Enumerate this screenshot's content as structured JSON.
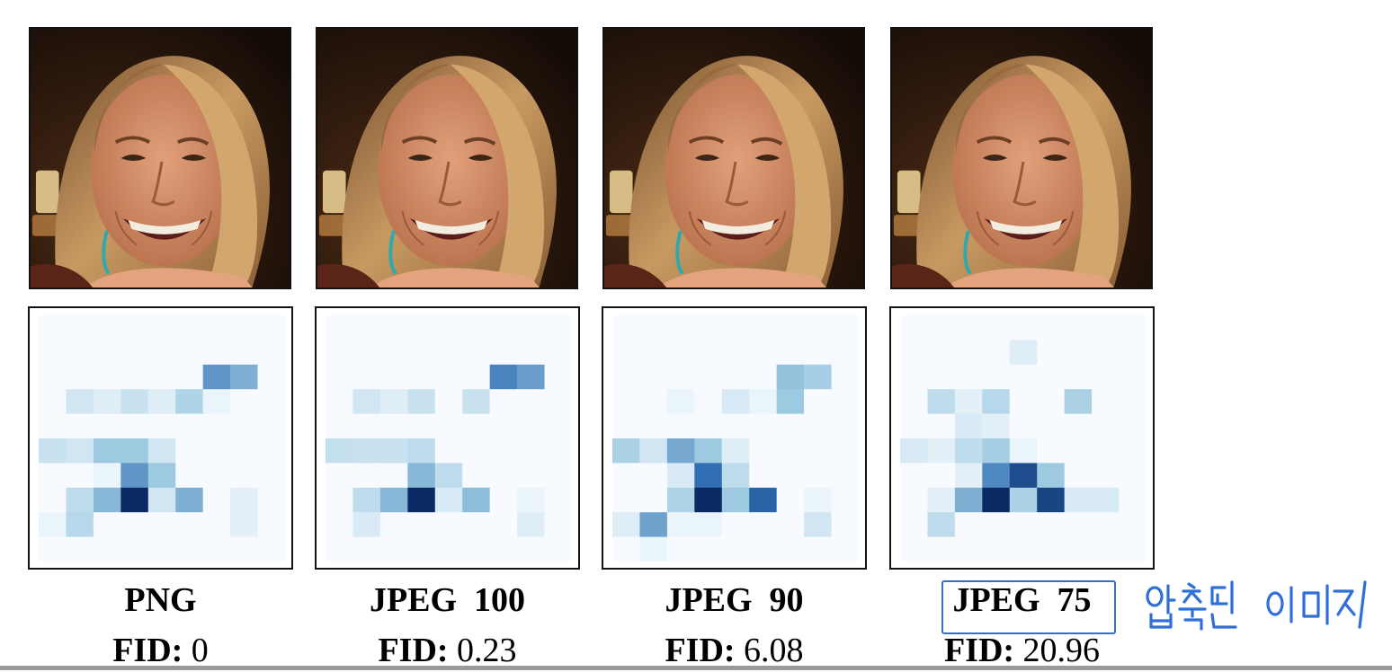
{
  "panels": [
    {
      "label": "PNG",
      "fid_key": "FID:",
      "fid_value": "0",
      "heatmap": [
        [
          0,
          0,
          0,
          0,
          0,
          0,
          0,
          0,
          0
        ],
        [
          0,
          0,
          0,
          0,
          0,
          0,
          0,
          0,
          0
        ],
        [
          0,
          0,
          0,
          0,
          0,
          0,
          0.55,
          0.45,
          0
        ],
        [
          0,
          0.15,
          0.1,
          0.18,
          0.1,
          0.28,
          0.05,
          0,
          0
        ],
        [
          0,
          0,
          0,
          0,
          0,
          0,
          0,
          0,
          0
        ],
        [
          0.18,
          0.15,
          0.35,
          0.35,
          0.15,
          0,
          0,
          0,
          0
        ],
        [
          0,
          0,
          0.05,
          0.55,
          0.35,
          0,
          0,
          0,
          0
        ],
        [
          0,
          0.22,
          0.42,
          1.0,
          0.15,
          0.45,
          0,
          0.08,
          0
        ],
        [
          0.05,
          0.25,
          0,
          0,
          0,
          0,
          0,
          0.08,
          0
        ],
        [
          0,
          0,
          0,
          0,
          0,
          0,
          0,
          0,
          0
        ]
      ]
    },
    {
      "label": "JPEG  100",
      "fid_key": "FID:",
      "fid_value": "0.23",
      "heatmap": [
        [
          0,
          0,
          0,
          0,
          0,
          0,
          0,
          0,
          0
        ],
        [
          0,
          0,
          0,
          0,
          0,
          0,
          0,
          0,
          0
        ],
        [
          0,
          0,
          0,
          0,
          0,
          0,
          0.62,
          0.52,
          0
        ],
        [
          0,
          0.15,
          0.1,
          0.18,
          0,
          0.18,
          0,
          0,
          0
        ],
        [
          0,
          0,
          0,
          0,
          0,
          0,
          0,
          0,
          0
        ],
        [
          0.2,
          0.18,
          0.18,
          0.22,
          0,
          0,
          0,
          0,
          0
        ],
        [
          0,
          0,
          0,
          0.42,
          0.22,
          0,
          0,
          0,
          0
        ],
        [
          0,
          0.22,
          0.42,
          1.0,
          0.12,
          0.4,
          0,
          0.05,
          0
        ],
        [
          0,
          0.12,
          0,
          0,
          0,
          0,
          0,
          0.1,
          0
        ],
        [
          0,
          0,
          0,
          0,
          0,
          0,
          0,
          0,
          0
        ]
      ]
    },
    {
      "label": "JPEG  90",
      "fid_key": "FID:",
      "fid_value": "6.08",
      "heatmap": [
        [
          0,
          0,
          0,
          0,
          0,
          0,
          0,
          0,
          0
        ],
        [
          0,
          0,
          0,
          0,
          0,
          0,
          0,
          0,
          0
        ],
        [
          0,
          0,
          0,
          0,
          0,
          0,
          0.38,
          0.32,
          0
        ],
        [
          0,
          0,
          0.05,
          0,
          0.12,
          0.05,
          0.35,
          0,
          0
        ],
        [
          0,
          0,
          0,
          0,
          0,
          0,
          0,
          0,
          0
        ],
        [
          0.3,
          0.15,
          0.48,
          0.35,
          0.1,
          0,
          0,
          0,
          0
        ],
        [
          0,
          0,
          0.12,
          0.7,
          0.22,
          0,
          0,
          0,
          0
        ],
        [
          0,
          0,
          0.28,
          1.0,
          0.35,
          0.75,
          0,
          0.05,
          0
        ],
        [
          0.1,
          0.5,
          0.05,
          0.05,
          0,
          0,
          0,
          0.15,
          0
        ],
        [
          0,
          0.05,
          0,
          0,
          0,
          0,
          0,
          0,
          0
        ]
      ]
    },
    {
      "label": "JPEG  75",
      "fid_key": "FID:",
      "fid_value": "20.96",
      "heatmap": [
        [
          0,
          0,
          0,
          0,
          0,
          0,
          0,
          0,
          0
        ],
        [
          0,
          0,
          0,
          0,
          0.1,
          0,
          0,
          0,
          0
        ],
        [
          0,
          0,
          0,
          0,
          0,
          0,
          0,
          0,
          0
        ],
        [
          0,
          0.22,
          0.08,
          0.25,
          0,
          0,
          0.3,
          0,
          0
        ],
        [
          0,
          0,
          0.12,
          0.08,
          0,
          0,
          0,
          0,
          0
        ],
        [
          0.12,
          0.08,
          0.22,
          0.32,
          0.05,
          0,
          0,
          0,
          0
        ],
        [
          0,
          0,
          0.08,
          0.6,
          0.85,
          0.35,
          0,
          0,
          0
        ],
        [
          0,
          0.08,
          0.45,
          1.0,
          0.3,
          0.88,
          0.12,
          0.12,
          0
        ],
        [
          0,
          0.22,
          0,
          0,
          0,
          0,
          0,
          0,
          0
        ],
        [
          0,
          0,
          0,
          0,
          0,
          0,
          0,
          0,
          0
        ]
      ]
    }
  ],
  "annotation": {
    "text": "압축된 이미지",
    "highlight_color": "#2f6fd6"
  },
  "colors": {
    "heat_low": "#f7fbff",
    "heat_high": "#0b2a63"
  }
}
